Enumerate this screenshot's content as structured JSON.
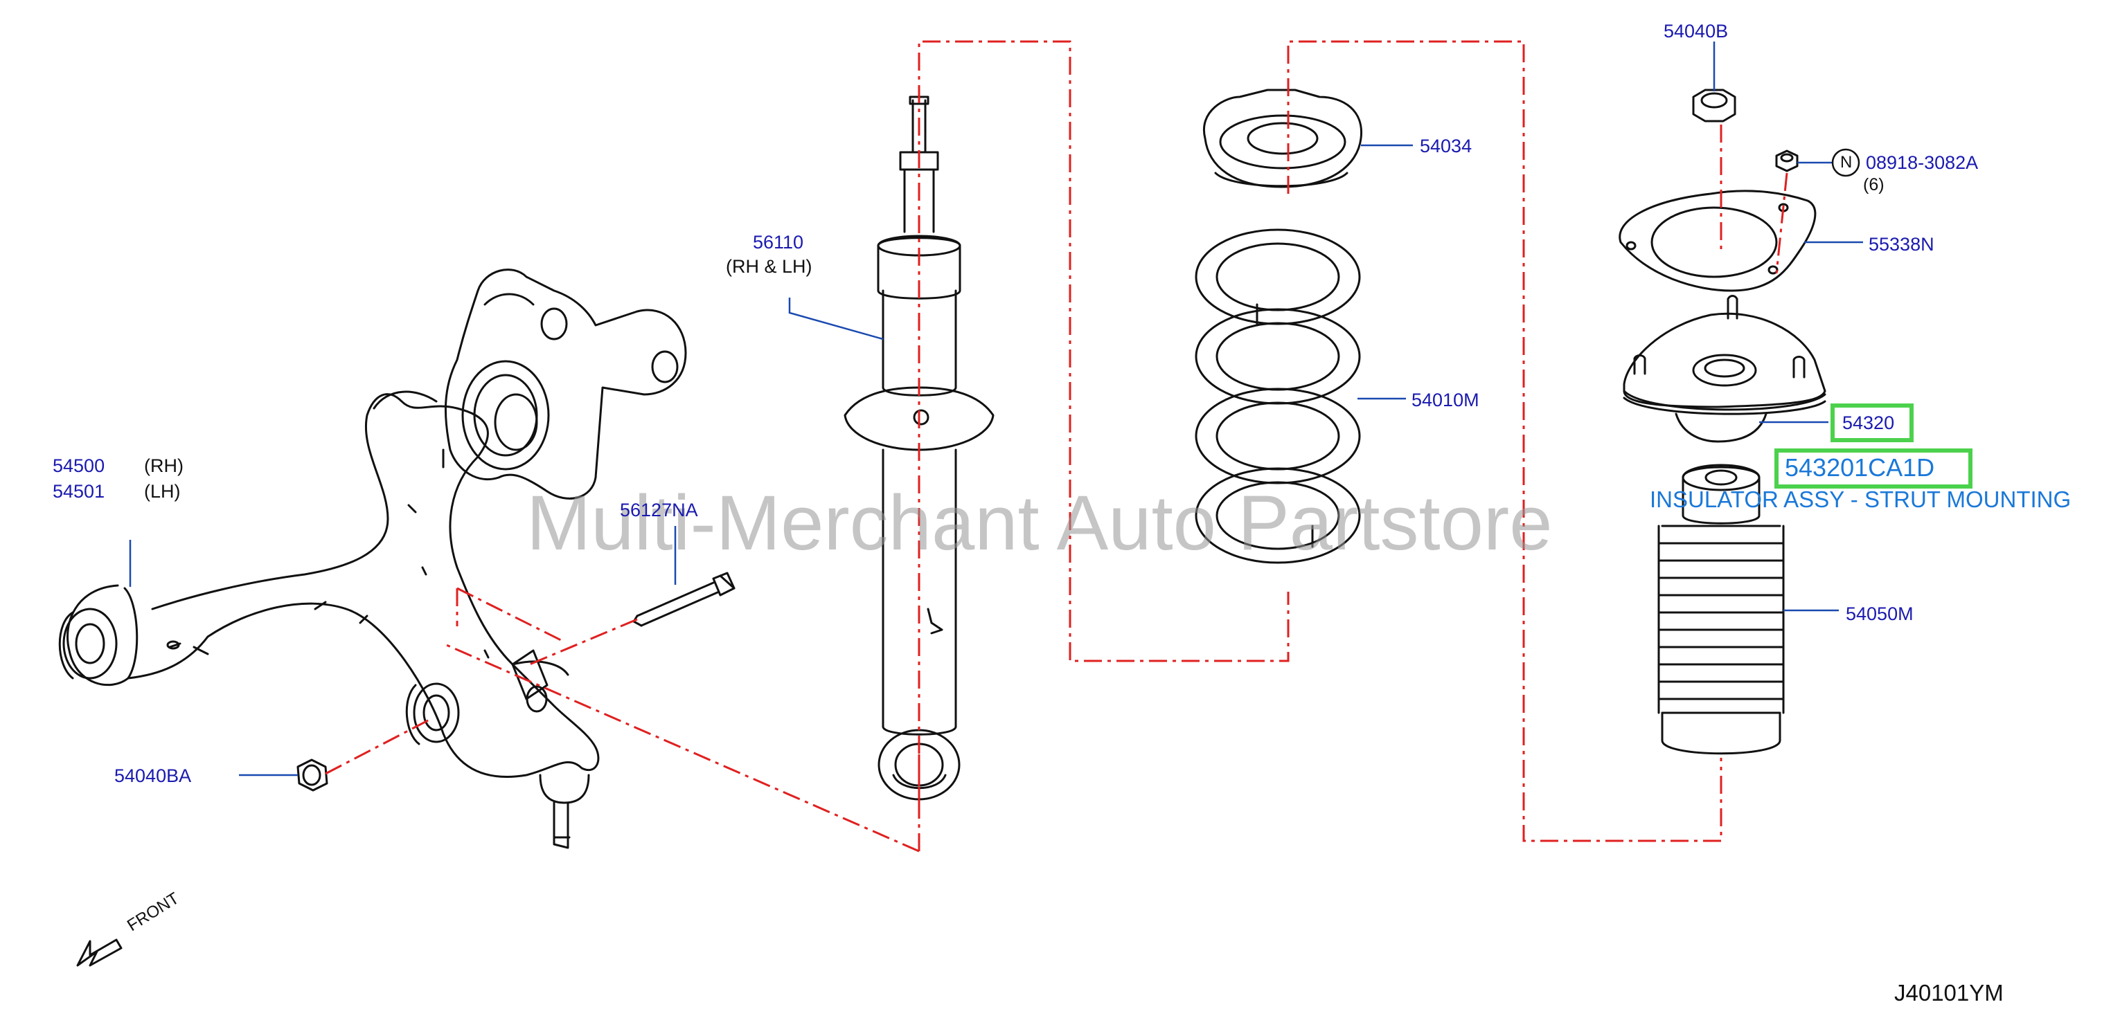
{
  "watermark": "Multi-Merchant Auto Partstore",
  "diagram_code": "J40101YM",
  "direction_label": "FRONT",
  "highlight": {
    "part_number": "543201CA1D",
    "description": "INSULATOR ASSY - STRUT MOUNTING",
    "color": "#4cd14c"
  },
  "parts": {
    "p54040B": "54040B",
    "p54034": "54034",
    "p08918": "08918-3082A",
    "p08918_qty": "(6)",
    "p08918_note": "N",
    "p55338N": "55338N",
    "p56110": "56110",
    "p56110_side": "(RH   &   LH)",
    "p54010M": "54010M",
    "p54320": "54320",
    "p54500": "54500",
    "p54500_side": "(RH)",
    "p54501": "54501",
    "p54501_side": "(LH)",
    "p56127NA": "56127NA",
    "p54050M": "54050M",
    "p54040BA": "54040BA"
  },
  "colors": {
    "label": "#1a1ab0",
    "leader": "#1a4ab0",
    "dash": "#e02020",
    "line": "#111111"
  }
}
